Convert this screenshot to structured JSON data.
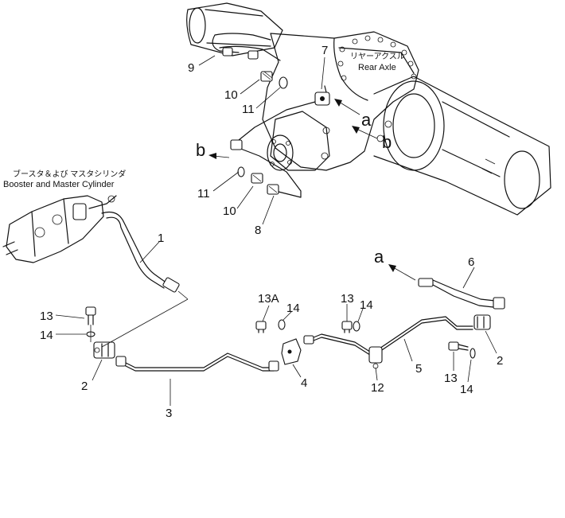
{
  "labels": {
    "booster_jp": "ブースタ＆よび マスタシリンダ",
    "booster_en": "Booster and Master Cylinder",
    "rear_axle_jp": "リヤーアクスル",
    "rear_axle_en": "Rear Axle",
    "flow_a": "a",
    "flow_b": "b"
  },
  "callouts": {
    "p1": "1",
    "p2a": "2",
    "p2b": "2",
    "p3": "3",
    "p4": "4",
    "p5": "5",
    "p6": "6",
    "p7": "7",
    "p8": "8",
    "p9": "9",
    "p10a": "10",
    "p10b": "10",
    "p11a": "11",
    "p11b": "11",
    "p12": "12",
    "p13a": "13",
    "p13b": "13",
    "p13c": "13",
    "p13A": "13A",
    "p14a": "14",
    "p14b": "14",
    "p14c": "14",
    "p14d": "14"
  },
  "colors": {
    "ink": "#111111",
    "paper": "#ffffff"
  }
}
